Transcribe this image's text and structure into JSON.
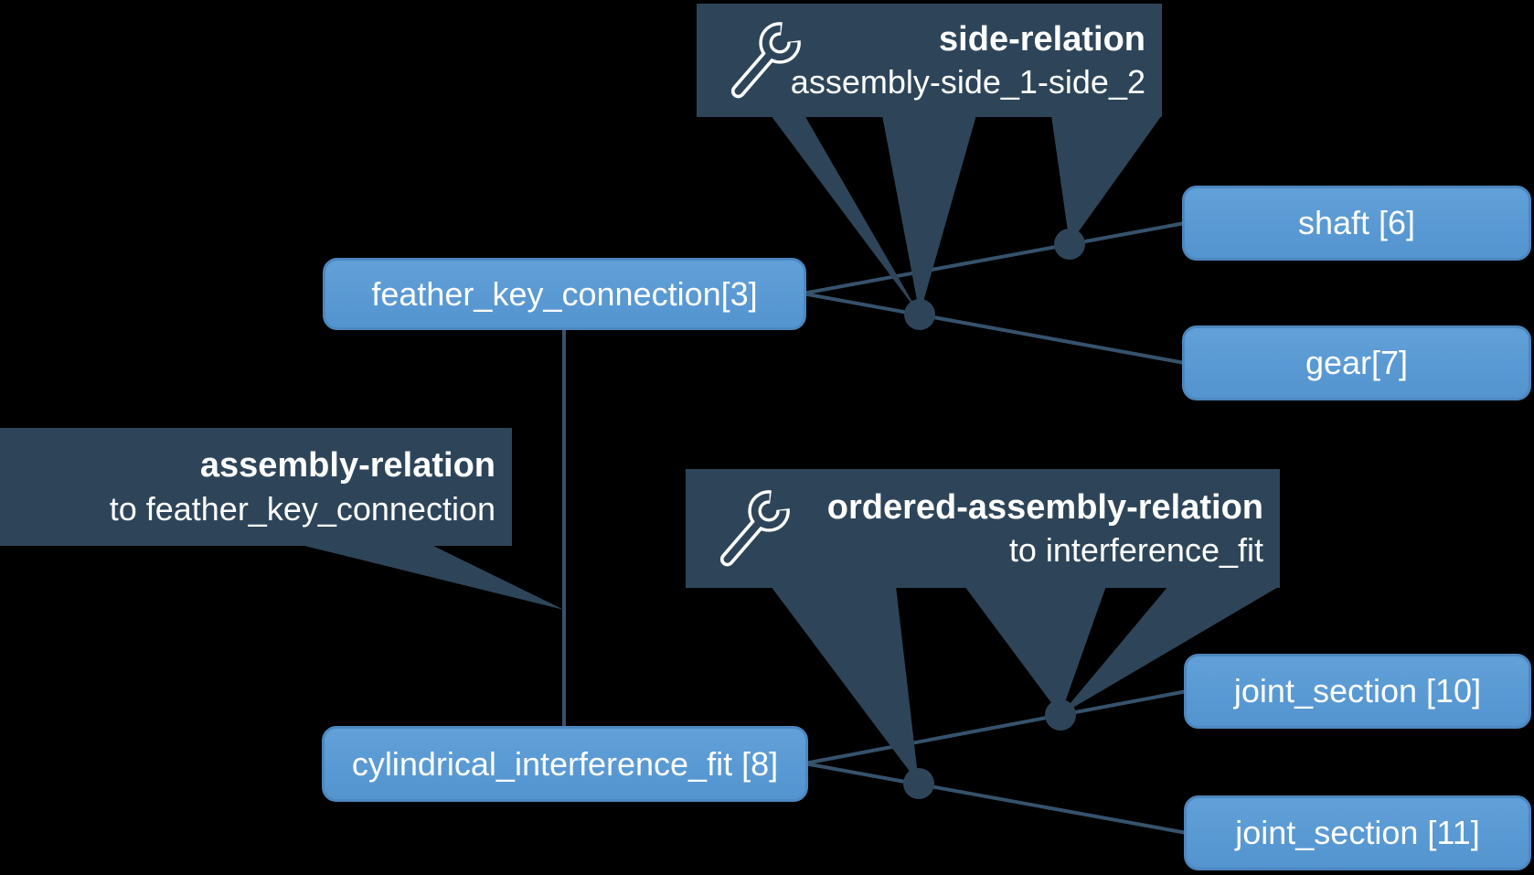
{
  "diagram": {
    "background": "#000000",
    "colors": {
      "node_fill": "#5797d1",
      "node_border": "#4d87bf",
      "callout_bg": "#2e4559",
      "edge_line": "#36526c",
      "junction_dot": "#2e4559",
      "text": "#ffffff"
    },
    "nodes": [
      {
        "id": "feather_key_connection",
        "label": "feather_key_connection[3]"
      },
      {
        "id": "shaft",
        "label": "shaft [6]"
      },
      {
        "id": "gear",
        "label": "gear[7]"
      },
      {
        "id": "cylindrical_interference_fit",
        "label": "cylindrical_interference_fit [8]"
      },
      {
        "id": "joint_section_10",
        "label": "joint_section [10]"
      },
      {
        "id": "joint_section_11",
        "label": "joint_section [11]"
      }
    ],
    "callouts": [
      {
        "id": "side_relation",
        "icon": "wrench-icon",
        "title": "side-relation",
        "subtitle": "assembly-side_1-side_2"
      },
      {
        "id": "assembly_relation",
        "icon": null,
        "title": "assembly-relation",
        "subtitle": "to feather_key_connection"
      },
      {
        "id": "ordered_assembly_relation",
        "icon": "wrench-icon",
        "title": "ordered-assembly-relation",
        "subtitle": "to interference_fit"
      }
    ],
    "edges": [
      {
        "from": "feather_key_connection",
        "to": "shaft"
      },
      {
        "from": "feather_key_connection",
        "to": "gear"
      },
      {
        "from": "feather_key_connection",
        "to": "cylindrical_interference_fit"
      },
      {
        "from": "cylindrical_interference_fit",
        "to": "joint_section_10"
      },
      {
        "from": "cylindrical_interference_fit",
        "to": "joint_section_11"
      }
    ]
  }
}
